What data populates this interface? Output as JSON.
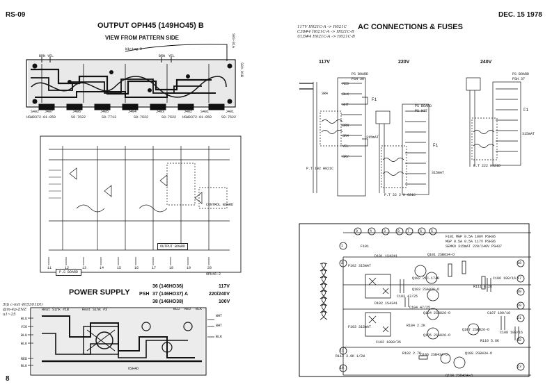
{
  "header": {
    "model": "RS-09",
    "date": "DEC. 15 1978",
    "page_number": "8"
  },
  "output_section": {
    "title": "OUTPUT OPH45 (149HO45) B",
    "subtitle": "VIEW FROM PATTERN SIDE",
    "wiring_label": "Wiring D",
    "wire_labels": [
      "BRN",
      "YEL",
      "BRN",
      "YEL"
    ],
    "connector_labels": [
      "J407",
      "J406",
      "J405",
      "J404",
      "J403",
      "J402",
      "J401"
    ],
    "part_numbers": [
      "HSW0372-01-050",
      "S0-7622",
      "S0-7713",
      "S0-7622",
      "S0-7622",
      "HSW0372-01-050",
      "S0-7622"
    ],
    "right_labels": [
      "S402",
      "S401"
    ],
    "vertical_labels": [
      "S0S-01A",
      "S04-01B"
    ]
  },
  "schematic": {
    "ps_board_label": "P.S BOARD",
    "output_board_label": "OUTPUT BOARD",
    "board_code": "OPH46-2",
    "extra_label": "CONTROL BOARD",
    "terminal_numbers": [
      "11",
      "12",
      "13",
      "14",
      "15",
      "16",
      "17",
      "18",
      "19",
      "20"
    ]
  },
  "power_supply": {
    "title": "POWER SUPPLY",
    "prefix": "PSH",
    "variants": [
      {
        "code": "36 (146HO36)",
        "voltage": "117V"
      },
      {
        "code": "37 (146HO37) A",
        "voltage": "220/240V"
      },
      {
        "code": "38 (146HO38)",
        "voltage": "100V"
      }
    ],
    "heat_sink_labels": [
      "Heat Sink #1B",
      "Heat Sink #3"
    ],
    "wire_labels_left": [
      "BLU",
      "VIO",
      "BLU",
      "BLK",
      "RED",
      "BLK"
    ],
    "wire_labels_top": [
      "BLU",
      "RED",
      "BLK"
    ],
    "wire_labels_right": [
      "WHT",
      "WHT",
      "BLK"
    ],
    "pcb_label": "OSH4D",
    "handwritten_note": [
      "5tb c-mit 4f(5301DI)",
      "@in-4p-ZNZ",
      "u1~25"
    ]
  },
  "ac_connections": {
    "title": "AC CONNECTIONS & FUSES",
    "handwritten_notes": [
      "117V  H021C-A -> H021C",
      "C38#4 H021C-A -> H021C-B",
      "ULB#4 H021C-A -> H021C-B"
    ],
    "voltages": [
      "117V",
      "220V",
      "240V"
    ],
    "ps_board_label": "PS BOARD",
    "psh_labels": [
      "PSH 36",
      "PS H37",
      "PSH 37"
    ],
    "fuse_label": "F1",
    "transformer_labels": [
      "P.T 192 H021C",
      "P.T 22 2 H 021C",
      "P.T 222 H021D"
    ],
    "wire_codes": [
      "3R4",
      "RED",
      "BLK",
      "WHT",
      "BRN",
      "3R4",
      "YEL",
      "GRY"
    ],
    "amp_labels": [
      "315mAT",
      "315mAT",
      "315mAT"
    ]
  },
  "ps_schematic": {
    "top_terminals": [
      "9",
      "4",
      "3",
      "8",
      "7",
      "6",
      "5"
    ],
    "left_terminals": [
      "1",
      "2",
      "11",
      "10"
    ],
    "right_terminals": [
      "16",
      "17",
      "18",
      "20",
      "21",
      "22",
      "23"
    ],
    "fuse_table": [
      "F101  MGP  0.5A  100V  PSH36",
      "      MGP  0.5A  0.5A 117V  PSH36",
      "      SEMKO 315mAT 220/240V PSH37"
    ],
    "components": {
      "F101": "F101",
      "D101": "D101 1S4341",
      "F102": "F102 315mAT",
      "D102": "D102 1S4341",
      "F103": "F103 315mAT",
      "Q101": "Q101 2SB634-O",
      "Q102": "Q102 2SC-1740",
      "Q103": "Q103 2SA826-O",
      "Q104": "Q104 2SB826-O",
      "Q105": "Q105 2SA826-O",
      "Q106": "Q106 2SB434-O",
      "Q107": "Q107 2SB826-O",
      "Q108": "Q108 2SB434-O",
      "Q109": "Q109 2SB434-O",
      "C102": "C102 1000/35",
      "C103": "C103 47/25",
      "C104": "C104 47/25",
      "C106": "C106 100/16",
      "C107": "C107 100/16",
      "C108": "C108 100/16",
      "R102": "R102 2.7K",
      "R104": "R104 2.2K",
      "R110": "R110 5.6K",
      "R111": "R111 8.2K",
      "R113": "R113 3.9K 1/2W"
    }
  }
}
